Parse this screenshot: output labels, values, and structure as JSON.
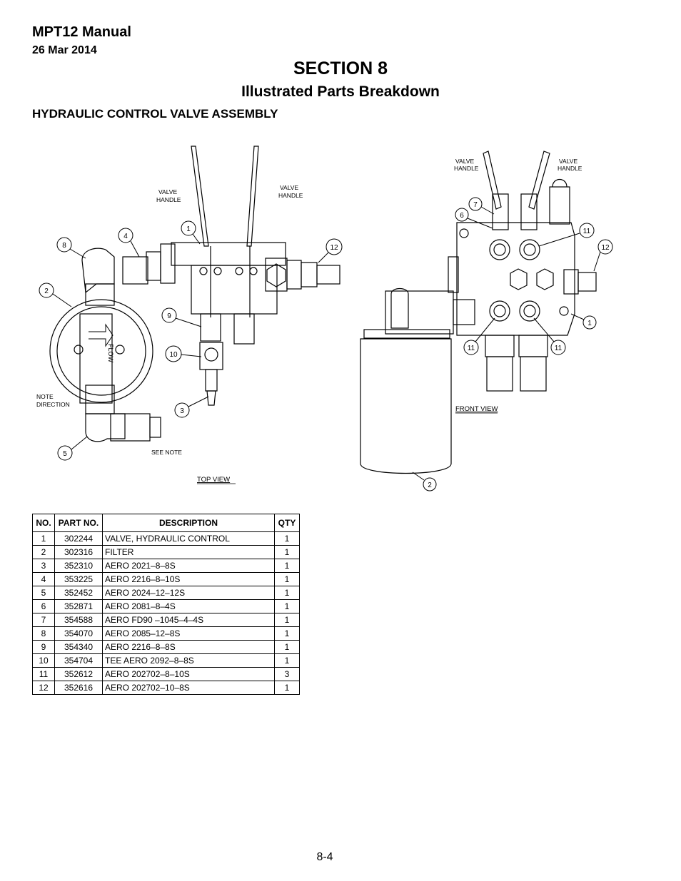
{
  "header": {
    "manual_title": "MPT12 Manual",
    "date": "26 Mar 2014"
  },
  "section": {
    "number": "SECTION 8",
    "title": "Illustrated Parts Breakdown",
    "assembly_title": "HYDRAULIC CONTROL VALVE ASSEMBLY"
  },
  "figure": {
    "labels": {
      "valve_handle_a": "VALVE",
      "valve_handle_b": "HANDLE",
      "note_a": "NOTE",
      "note_b": "DIRECTION",
      "see_note": "SEE NOTE",
      "flow": "FLOW",
      "top_view": "TOP VIEW",
      "front_view": "FRONT VIEW"
    },
    "callouts": [
      "1",
      "2",
      "3",
      "4",
      "5",
      "6",
      "7",
      "8",
      "9",
      "10",
      "11",
      "12"
    ]
  },
  "parts_table": {
    "headers": [
      "NO.",
      "PART NO.",
      "DESCRIPTION",
      "QTY"
    ],
    "rows": [
      {
        "no": "1",
        "part": "302244",
        "desc": "VALVE, HYDRAULIC CONTROL",
        "qty": "1"
      },
      {
        "no": "2",
        "part": "302316",
        "desc": "FILTER",
        "qty": "1"
      },
      {
        "no": "3",
        "part": "352310",
        "desc": "AERO 2021–8–8S",
        "qty": "1"
      },
      {
        "no": "4",
        "part": "353225",
        "desc": "AERO 2216–8–10S",
        "qty": "1"
      },
      {
        "no": "5",
        "part": "352452",
        "desc": "AERO 2024–12–12S",
        "qty": "1"
      },
      {
        "no": "6",
        "part": "352871",
        "desc": "AERO 2081–8–4S",
        "qty": "1"
      },
      {
        "no": "7",
        "part": "354588",
        "desc": "AERO FD90 –1045–4–4S",
        "qty": "1"
      },
      {
        "no": "8",
        "part": "354070",
        "desc": "AERO 2085–12–8S",
        "qty": "1"
      },
      {
        "no": "9",
        "part": "354340",
        "desc": "AERO 2216–8–8S",
        "qty": "1"
      },
      {
        "no": "10",
        "part": "354704",
        "desc": "TEE AERO 2092–8–8S",
        "qty": "1"
      },
      {
        "no": "11",
        "part": "352612",
        "desc": "AERO 202702–8–10S",
        "qty": "3"
      },
      {
        "no": "12",
        "part": "352616",
        "desc": "AERO 202702–10–8S",
        "qty": "1"
      }
    ]
  },
  "footer": {
    "page_number": "8-4"
  }
}
